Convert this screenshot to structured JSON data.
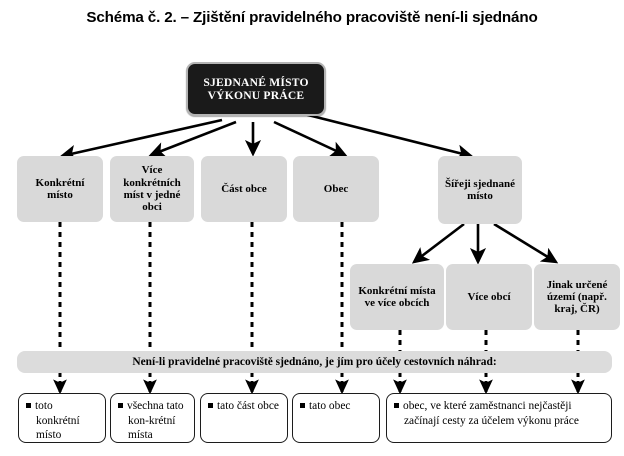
{
  "title": "Schéma č. 2. – Zjištění pravidelného pracoviště není-li sjednáno",
  "colors": {
    "root_fill": "#1a1a1a",
    "root_border": "#b4b4b4",
    "gray_fill": "#d9d9d9",
    "bar_fill": "#dcdcdc",
    "leaf_fill": "#ffffff",
    "leaf_border": "#1c1c1c",
    "connector": "#000000",
    "text": "#000000"
  },
  "root": {
    "line1": "SJEDNANÉ MÍSTO",
    "line2": "VÝKONU PRÁCE"
  },
  "level2": [
    {
      "id": "konkretni-misto",
      "label": "Konkrétní místo"
    },
    {
      "id": "vice-konkretnich-mist",
      "label": "Více konkrétních míst v jedné obci"
    },
    {
      "id": "cast-obce",
      "label": "Část obce"
    },
    {
      "id": "obec",
      "label": "Obec"
    },
    {
      "id": "sireji-sjednane-misto",
      "label": "Šířeji sjednané místo"
    }
  ],
  "level3": [
    {
      "id": "konkretni-mista-ve-vice-obcich",
      "label": "Konkrétní místa ve více obcích"
    },
    {
      "id": "vice-obci",
      "label": "Více obcí"
    },
    {
      "id": "jinak-urcene-uzemi",
      "label": "Jinak určené území (např. kraj, ČR)"
    }
  ],
  "bar": {
    "label": "Není-li pravidelné pracoviště sjednáno, je jím pro účely cestovních náhrad:"
  },
  "leaves": [
    {
      "id": "toto-konkretni-misto",
      "label": "toto konkrétní místo"
    },
    {
      "id": "vsechna-tato-konkretni-mista",
      "label": "všechna tato kon-krétní místa"
    },
    {
      "id": "tato-cast-obce",
      "label": "tato část obce"
    },
    {
      "id": "tato-obec",
      "label": "tato obec"
    },
    {
      "id": "obec-nejcasteji",
      "label": "obec, ve které zaměstnanci nejčastěji začínají cesty za účelem výkonu práce"
    }
  ]
}
